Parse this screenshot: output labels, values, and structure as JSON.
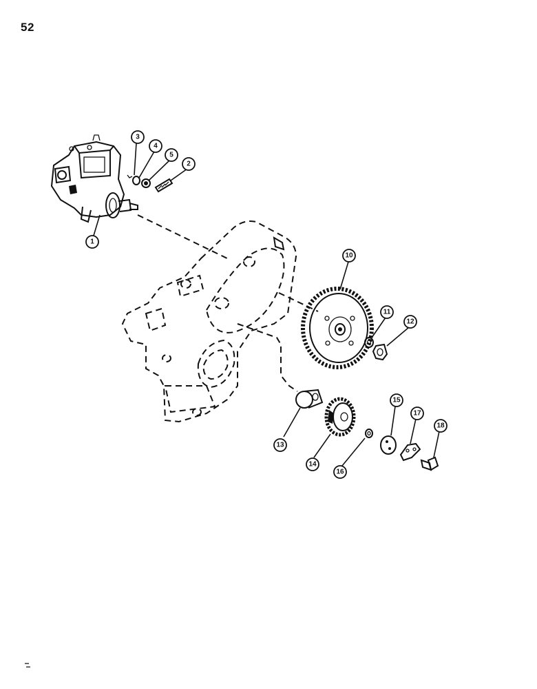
{
  "page": {
    "number": "52"
  },
  "callouts": [
    "1",
    "2",
    "3",
    "4",
    "5",
    "10",
    "11",
    "12",
    "13",
    "14",
    "15",
    "16",
    "17",
    "18"
  ]
}
